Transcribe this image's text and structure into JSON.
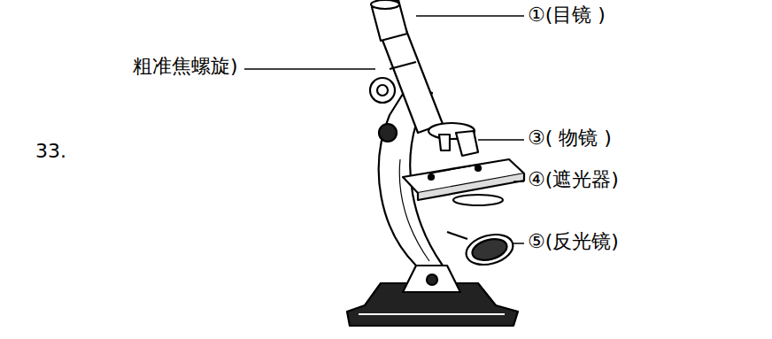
{
  "diagram": {
    "labels": [
      "33.",
      "粗准焦螺旋)",
      "①(目镜 )",
      "③( 物镜 )",
      "④(遮光器)",
      "⑤(反光镜)"
    ]
  }
}
